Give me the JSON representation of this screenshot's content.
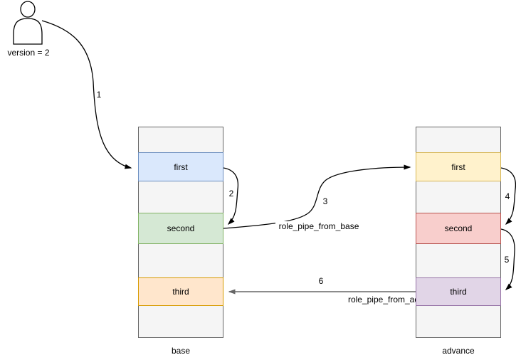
{
  "actor": {
    "label": "version = 2"
  },
  "tables": {
    "base": {
      "title": "base",
      "rows": [
        {
          "label": ""
        },
        {
          "label": "first",
          "fill": "#dae8fc",
          "border": "#6c8ebf"
        },
        {
          "label": ""
        },
        {
          "label": "second",
          "fill": "#d5e8d4",
          "border": "#82b366"
        },
        {
          "label": ""
        },
        {
          "label": "third",
          "fill": "#ffe6cc",
          "border": "#d79b00"
        },
        {
          "label": ""
        }
      ]
    },
    "advance": {
      "title": "advance",
      "rows": [
        {
          "label": ""
        },
        {
          "label": "first",
          "fill": "#fff2cc",
          "border": "#d6b656"
        },
        {
          "label": ""
        },
        {
          "label": "second",
          "fill": "#f8cecc",
          "border": "#b85450"
        },
        {
          "label": ""
        },
        {
          "label": "third",
          "fill": "#e1d5e7",
          "border": "#9673a6"
        },
        {
          "label": ""
        }
      ]
    }
  },
  "arrows": {
    "a1": {
      "label": "1"
    },
    "a2": {
      "label": "2"
    },
    "a3": {
      "label": "3",
      "edge_label": "role_pipe_from_base"
    },
    "a4": {
      "label": "4"
    },
    "a5": {
      "label": "5"
    },
    "a6": {
      "label": "6",
      "edge_label": "role_pipe_from_advance"
    }
  },
  "palette": {
    "spacer_row_fill": "#f5f5f5",
    "spacer_row_border": "#666666",
    "arrow_black": "#000000",
    "arrow_gray": "#666666",
    "text": "#000000",
    "background": "#ffffff"
  }
}
